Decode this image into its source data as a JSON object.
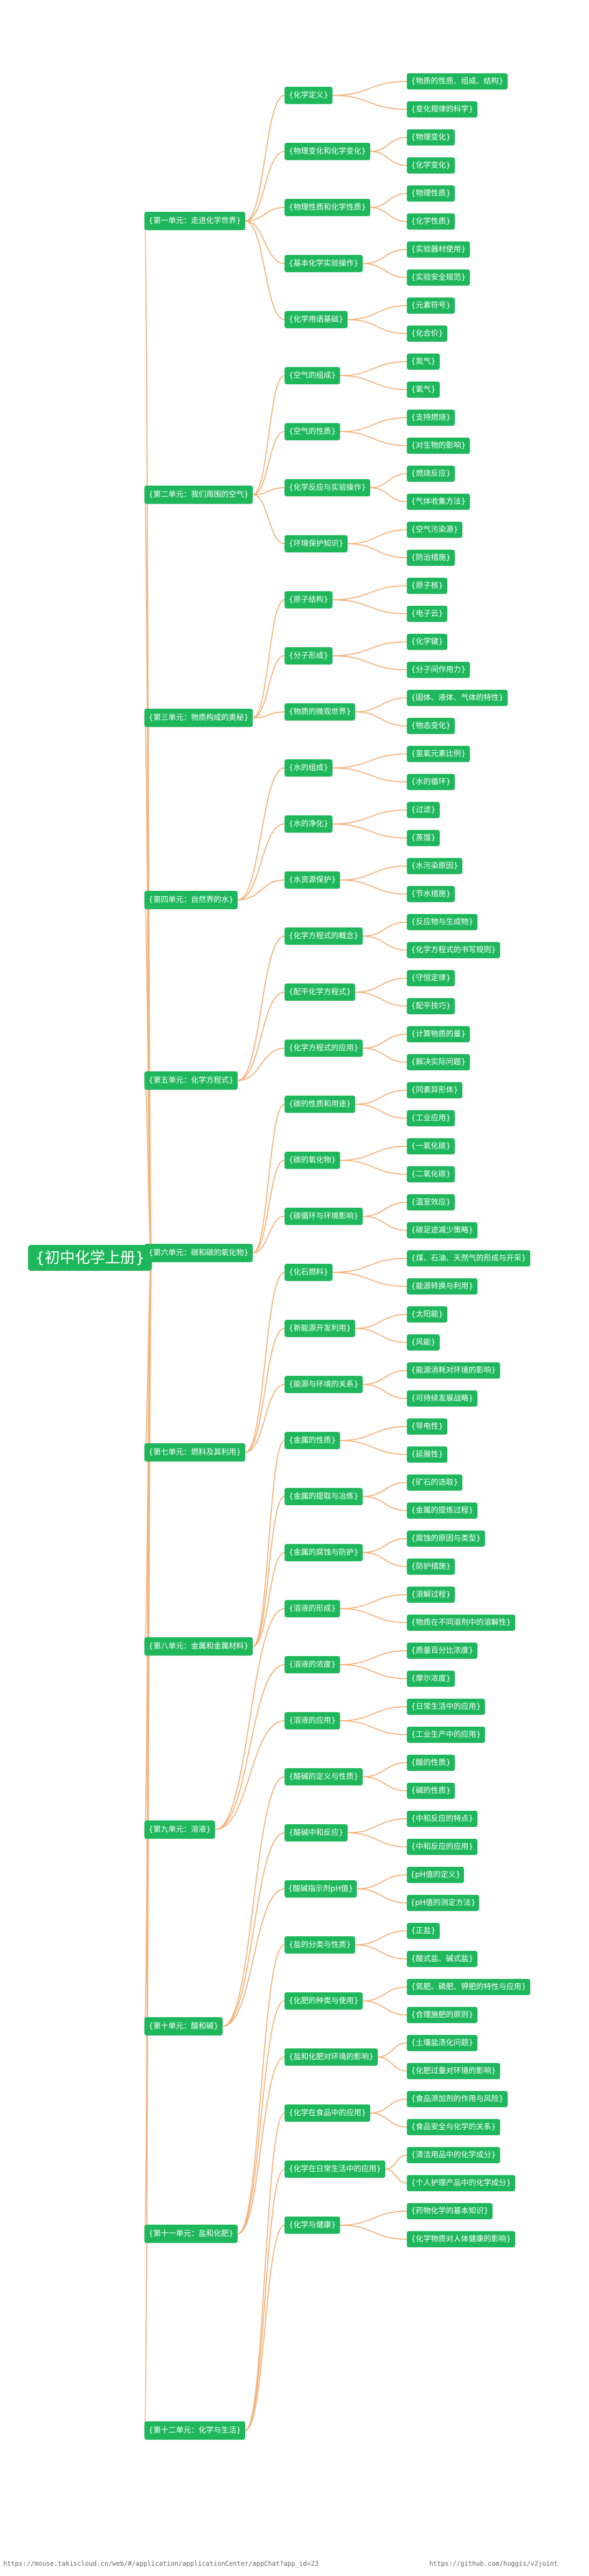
{
  "root": {
    "label": "{初中化学上册}"
  },
  "units": [
    {
      "label": "{第一单元：走进化学世界}",
      "topics": [
        {
          "label": "{化学定义}",
          "items": [
            "{物质的性质、组成、结构}",
            "{变化规律的科学}"
          ]
        },
        {
          "label": "{物理变化和化学变化}",
          "items": [
            "{物理变化}",
            "{化学变化}"
          ]
        },
        {
          "label": "{物理性质和化学性质}",
          "items": [
            "{物理性质}",
            "{化学性质}"
          ]
        },
        {
          "label": "{基本化学实验操作}",
          "items": [
            "{实验器材使用}",
            "{实验安全规范}"
          ]
        },
        {
          "label": "{化学用语基础}",
          "items": [
            "{元素符号}",
            "{化合价}"
          ]
        }
      ]
    },
    {
      "label": "{第二单元：我们周围的空气}",
      "topics": [
        {
          "label": "{空气的组成}",
          "items": [
            "{氮气}",
            "{氧气}"
          ]
        },
        {
          "label": "{空气的性质}",
          "items": [
            "{支持燃烧}",
            "{对生物的影响}"
          ]
        },
        {
          "label": "{化学反应与实验操作}",
          "items": [
            "{燃烧反应}",
            "{气体收集方法}"
          ]
        },
        {
          "label": "{环境保护知识}",
          "items": [
            "{空气污染源}",
            "{防治措施}"
          ]
        }
      ]
    },
    {
      "label": "{第三单元：物质构成的奥秘}",
      "topics": [
        {
          "label": "{原子结构}",
          "items": [
            "{原子核}",
            "{电子云}"
          ]
        },
        {
          "label": "{分子形成}",
          "items": [
            "{化学键}",
            "{分子间作用力}"
          ]
        },
        {
          "label": "{物质的微观世界}",
          "items": [
            "{固体、液体、气体的特性}",
            "{物态变化}"
          ]
        }
      ]
    },
    {
      "label": "{第四单元：自然界的水}",
      "topics": [
        {
          "label": "{水的组成}",
          "items": [
            "{氢氧元素比例}",
            "{水的循环}"
          ]
        },
        {
          "label": "{水的净化}",
          "items": [
            "{过滤}",
            "{蒸馏}"
          ]
        },
        {
          "label": "{水资源保护}",
          "items": [
            "{水污染原因}",
            "{节水措施}"
          ]
        }
      ]
    },
    {
      "label": "{第五单元：化学方程式}",
      "topics": [
        {
          "label": "{化学方程式的概念}",
          "items": [
            "{反应物与生成物}",
            "{化学方程式的书写规则}"
          ]
        },
        {
          "label": "{配平化学方程式}",
          "items": [
            "{守恒定律}",
            "{配平技巧}"
          ]
        },
        {
          "label": "{化学方程式的应用}",
          "items": [
            "{计算物质的量}",
            "{解决实际问题}"
          ]
        }
      ]
    },
    {
      "label": "{第六单元：碳和碳的氧化物}",
      "topics": [
        {
          "label": "{碳的性质和用途}",
          "items": [
            "{同素异形体}",
            "{工业应用}"
          ]
        },
        {
          "label": "{碳的氧化物}",
          "items": [
            "{一氧化碳}",
            "{二氧化碳}"
          ]
        },
        {
          "label": "{碳循环与环境影响}",
          "items": [
            "{温室效应}",
            "{碳足迹减少策略}"
          ]
        }
      ]
    },
    {
      "label": "{第七单元：燃料及其利用}",
      "topics": [
        {
          "label": "{化石燃料}",
          "items": [
            "{煤、石油、天然气的形成与开采}",
            "{能源转换与利用}"
          ]
        },
        {
          "label": "{新能源开发利用}",
          "items": [
            "{太阳能}",
            "{风能}"
          ]
        },
        {
          "label": "{能源与环境的关系}",
          "items": [
            "{能源消耗对环境的影响}",
            "{可持续发展战略}"
          ]
        }
      ]
    },
    {
      "label": "{第八单元：金属和金属材料}",
      "topics": [
        {
          "label": "{金属的性质}",
          "items": [
            "{导电性}",
            "{延展性}"
          ]
        },
        {
          "label": "{金属的提取与冶炼}",
          "items": [
            "{矿石的选取}",
            "{金属的提炼过程}"
          ]
        },
        {
          "label": "{金属的腐蚀与防护}",
          "items": [
            "{腐蚀的原因与类型}",
            "{防护措施}"
          ]
        }
      ]
    },
    {
      "label": "{第九单元：溶液}",
      "topics": [
        {
          "label": "{溶液的形成}",
          "items": [
            "{溶解过程}",
            "{物质在不同溶剂中的溶解性}"
          ]
        },
        {
          "label": "{溶液的浓度}",
          "items": [
            "{质量百分比浓度}",
            "{摩尔浓度}"
          ]
        },
        {
          "label": "{溶液的应用}",
          "items": [
            "{日常生活中的应用}",
            "{工业生产中的应用}"
          ]
        }
      ]
    },
    {
      "label": "{第十单元：酸和碱}",
      "topics": [
        {
          "label": "{酸碱的定义与性质}",
          "items": [
            "{酸的性质}",
            "{碱的性质}"
          ]
        },
        {
          "label": "{酸碱中和反应}",
          "items": [
            "{中和反应的特点}",
            "{中和反应的应用}"
          ]
        },
        {
          "label": "{酸碱指示剂pH值}",
          "items": [
            "{pH值的定义}",
            "{pH值的测定方法}"
          ]
        }
      ]
    },
    {
      "label": "{第十一单元：盐和化肥}",
      "topics": [
        {
          "label": "{盐的分类与性质}",
          "items": [
            "{正盐}",
            "{酸式盐、碱式盐}"
          ]
        },
        {
          "label": "{化肥的种类与使用}",
          "items": [
            "{氮肥、磷肥、钾肥的特性与应用}",
            "{合理施肥的原则}"
          ]
        },
        {
          "label": "{盐和化肥对环境的影响}",
          "items": [
            "{土壤盐渍化问题}",
            "{化肥过量对环境的影响}"
          ]
        }
      ]
    },
    {
      "label": "{第十二单元：化学与生活}",
      "topics": [
        {
          "label": "{化学在食品中的应用}",
          "items": [
            "{食品添加剂的作用与风险}",
            "{食品安全与化学的关系}"
          ]
        },
        {
          "label": "{化学在日常生活中的应用}",
          "items": [
            "{清洁用品中的化学成分}",
            "{个人护理产品中的化学成分}"
          ]
        },
        {
          "label": "{化学与健康}",
          "items": [
            "{药物化学的基本知识}",
            "{化学物质对人体健康的影响}"
          ]
        }
      ]
    }
  ],
  "footer": {
    "left": "https://mouse.takiscloud.cn/web/#/application/applicationCenter/appChat?app_id=23",
    "right": "https://github.com/huggis/v2joint"
  }
}
